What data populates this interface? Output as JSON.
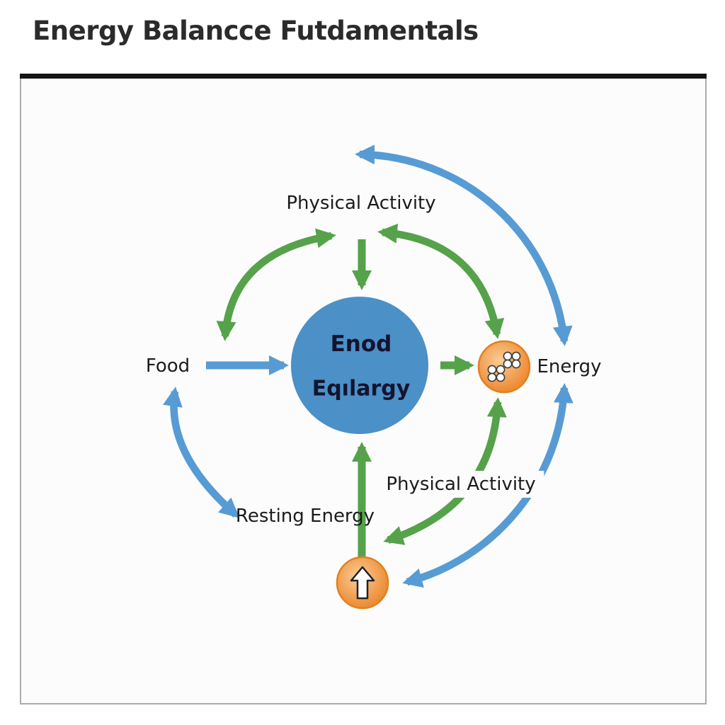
{
  "page": {
    "title": "Energy Balancce Futdamentals"
  },
  "diagram": {
    "center_node": {
      "line1": "Enod",
      "line2": "Eqılargy"
    },
    "labels": {
      "top_physical_activity": "Physical Activity",
      "food": "Food",
      "energy": "Energy",
      "resting_energy": "Resting Energy",
      "bottom_physical_activity": "Physical Activity"
    },
    "icons": {
      "right_node": "molecule-cluster-icon",
      "bottom_node": "up-arrow-icon"
    },
    "colors": {
      "green": "#55a24b",
      "blue": "#579bd4",
      "node_blue": "#4b90c7",
      "orange_light": "#f9cd97",
      "orange": "#ef9340",
      "orange_rim": "#e2811f",
      "text_dark": "#1b1b1b",
      "node_text": "#14142e",
      "rule_black": "#151515"
    }
  }
}
